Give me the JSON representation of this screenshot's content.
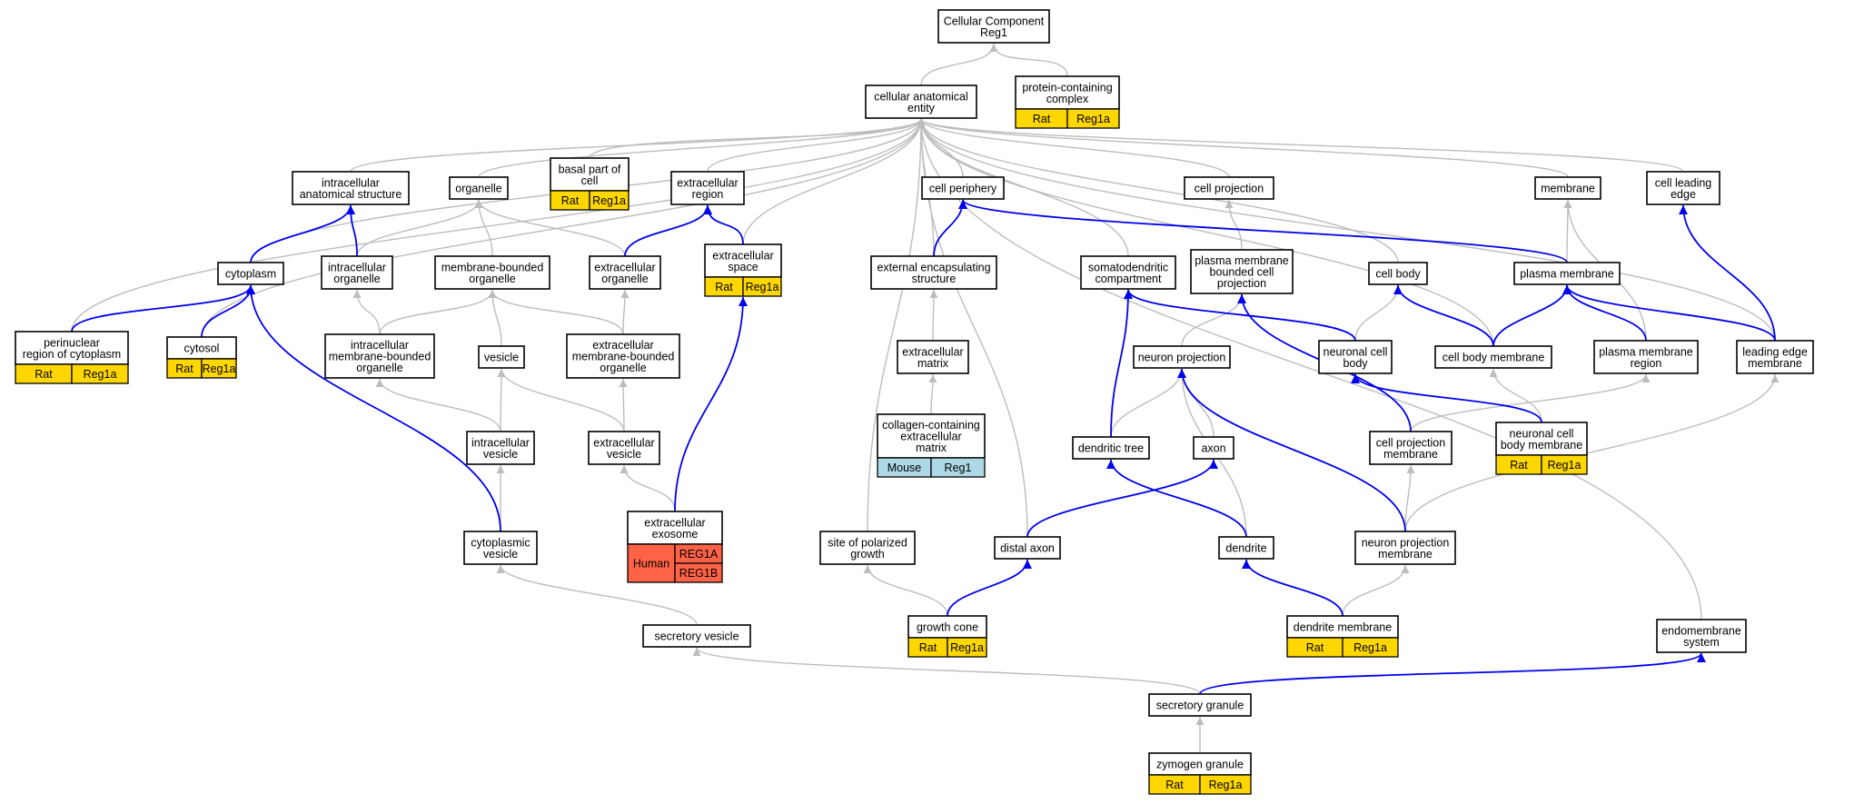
{
  "colors": {
    "rat": "#ffd700",
    "mouse": "#add8e6",
    "human": "#ff6347",
    "gray_edge": "#bdbdbd",
    "blue_edge": "#0000ee"
  },
  "nodes": {
    "root": [
      "Cellular Component",
      "Reg1"
    ],
    "cae": [
      "cellular anatomical",
      "entity"
    ],
    "pcc": [
      "protein-containing",
      "complex"
    ],
    "ias": [
      "intracellular",
      "anatomical structure"
    ],
    "organelle": [
      "organelle"
    ],
    "basal": [
      "basal part of",
      "cell"
    ],
    "extreg": [
      "extracellular",
      "region"
    ],
    "cellper": [
      "cell periphery"
    ],
    "cellproj": [
      "cell projection"
    ],
    "membrane": [
      "membrane"
    ],
    "cle": [
      "cell leading",
      "edge"
    ],
    "cytoplasm": [
      "cytoplasm"
    ],
    "io": [
      "intracellular",
      "organelle"
    ],
    "mbo": [
      "membrane-bounded",
      "organelle"
    ],
    "eo": [
      "extracellular",
      "organelle"
    ],
    "es": [
      "extracellular",
      "space"
    ],
    "ees": [
      "external encapsulating",
      "structure"
    ],
    "sdc": [
      "somatodendritic",
      "compartment"
    ],
    "pmbcp": [
      "plasma membrane",
      "bounded cell",
      "projection"
    ],
    "cellbody": [
      "cell body"
    ],
    "pm": [
      "plasma membrane"
    ],
    "prc": [
      "perinuclear",
      "region of cytoplasm"
    ],
    "cytosol": [
      "cytosol"
    ],
    "imbo": [
      "intracellular",
      "membrane-bounded",
      "organelle"
    ],
    "vesicle": [
      "vesicle"
    ],
    "embo": [
      "extracellular",
      "membrane-bounded",
      "organelle"
    ],
    "em": [
      "extracellular",
      "matrix"
    ],
    "np": [
      "neuron projection"
    ],
    "ncb": [
      "neuronal cell",
      "body"
    ],
    "cbm": [
      "cell body membrane"
    ],
    "pmr": [
      "plasma membrane",
      "region"
    ],
    "lem": [
      "leading edge",
      "membrane"
    ],
    "iv": [
      "intracellular",
      "vesicle"
    ],
    "ev": [
      "extracellular",
      "vesicle"
    ],
    "ccem": [
      "collagen-containing",
      "extracellular",
      "matrix"
    ],
    "dt": [
      "dendritic tree"
    ],
    "axon": [
      "axon"
    ],
    "cpm": [
      "cell projection",
      "membrane"
    ],
    "ncbm": [
      "neuronal cell",
      "body membrane"
    ],
    "exo": [
      "extracellular",
      "exosome"
    ],
    "cv": [
      "cytoplasmic",
      "vesicle"
    ],
    "spg": [
      "site of polarized",
      "growth"
    ],
    "da": [
      "distal axon"
    ],
    "dendrite": [
      "dendrite"
    ],
    "npm": [
      "neuron projection",
      "membrane"
    ],
    "sv": [
      "secretory vesicle"
    ],
    "gc": [
      "growth cone"
    ],
    "dm": [
      "dendrite membrane"
    ],
    "ems": [
      "endomembrane",
      "system"
    ],
    "sg": [
      "secretory granule"
    ],
    "zg": [
      "zymogen granule"
    ]
  },
  "annotations": {
    "pcc": {
      "species": "Rat",
      "genes": [
        "Reg1a"
      ]
    },
    "basal": {
      "species": "Rat",
      "genes": [
        "Reg1a"
      ]
    },
    "es": {
      "species": "Rat",
      "genes": [
        "Reg1a"
      ]
    },
    "prc": {
      "species": "Rat",
      "genes": [
        "Reg1a"
      ]
    },
    "cytosol": {
      "species": "Rat",
      "genes": [
        "Reg1a"
      ]
    },
    "ccem": {
      "species": "Mouse",
      "genes": [
        "Reg1"
      ]
    },
    "ncbm": {
      "species": "Rat",
      "genes": [
        "Reg1a"
      ]
    },
    "exo": {
      "species": "Human",
      "genes": [
        "REG1A",
        "REG1B"
      ]
    },
    "gc": {
      "species": "Rat",
      "genes": [
        "Reg1a"
      ]
    },
    "dm": {
      "species": "Rat",
      "genes": [
        "Reg1a"
      ]
    },
    "zg": {
      "species": "Rat",
      "genes": [
        "Reg1a"
      ]
    }
  },
  "edges_gray": [
    [
      "cae",
      "root"
    ],
    [
      "pcc",
      "root"
    ],
    [
      "ias",
      "cae"
    ],
    [
      "organelle",
      "cae"
    ],
    [
      "basal",
      "cae"
    ],
    [
      "extreg",
      "cae"
    ],
    [
      "cellper",
      "cae"
    ],
    [
      "cellproj",
      "cae"
    ],
    [
      "membrane",
      "cae"
    ],
    [
      "cle",
      "cae"
    ],
    [
      "cytoplasm",
      "cae"
    ],
    [
      "es",
      "cae"
    ],
    [
      "ees",
      "cae"
    ],
    [
      "sdc",
      "cae"
    ],
    [
      "cellbody",
      "cae"
    ],
    [
      "prc",
      "cae"
    ],
    [
      "cytosol",
      "cae"
    ],
    [
      "cbm",
      "cae"
    ],
    [
      "lem",
      "cae"
    ],
    [
      "spg",
      "cae"
    ],
    [
      "da",
      "cae"
    ],
    [
      "ems",
      "cae"
    ],
    [
      "io",
      "organelle"
    ],
    [
      "mbo",
      "organelle"
    ],
    [
      "eo",
      "organelle"
    ],
    [
      "imbo",
      "io"
    ],
    [
      "imbo",
      "mbo"
    ],
    [
      "vesicle",
      "mbo"
    ],
    [
      "embo",
      "mbo"
    ],
    [
      "embo",
      "eo"
    ],
    [
      "iv",
      "imbo"
    ],
    [
      "iv",
      "vesicle"
    ],
    [
      "ev",
      "vesicle"
    ],
    [
      "ev",
      "embo"
    ],
    [
      "em",
      "ees"
    ],
    [
      "ccem",
      "em"
    ],
    [
      "pmbcp",
      "cellproj"
    ],
    [
      "np",
      "pmbcp"
    ],
    [
      "pm",
      "membrane"
    ],
    [
      "pmr",
      "membrane"
    ],
    [
      "ncb",
      "cellbody"
    ],
    [
      "cbm",
      "cellbody"
    ],
    [
      "dt",
      "np"
    ],
    [
      "axon",
      "np"
    ],
    [
      "dendrite",
      "np"
    ],
    [
      "ncbm",
      "cbm"
    ],
    [
      "cpm",
      "pmr"
    ],
    [
      "npm",
      "cpm"
    ],
    [
      "npm",
      "lem"
    ],
    [
      "exo",
      "ev"
    ],
    [
      "cv",
      "iv"
    ],
    [
      "sv",
      "cv"
    ],
    [
      "gc",
      "spg"
    ],
    [
      "dm",
      "npm"
    ],
    [
      "sg",
      "sv"
    ],
    [
      "zg",
      "sg"
    ]
  ],
  "edges_blue": [
    [
      "cytoplasm",
      "ias"
    ],
    [
      "io",
      "ias"
    ],
    [
      "eo",
      "extreg"
    ],
    [
      "es",
      "extreg"
    ],
    [
      "ees",
      "cellper"
    ],
    [
      "pm",
      "cellper"
    ],
    [
      "lem",
      "cle"
    ],
    [
      "prc",
      "cytoplasm"
    ],
    [
      "cytosol",
      "cytoplasm"
    ],
    [
      "cv",
      "cytoplasm"
    ],
    [
      "exo",
      "es"
    ],
    [
      "ncb",
      "sdc"
    ],
    [
      "dt",
      "sdc"
    ],
    [
      "cpm",
      "pmbcp"
    ],
    [
      "cbm",
      "pm"
    ],
    [
      "pmr",
      "pm"
    ],
    [
      "lem",
      "pm"
    ],
    [
      "ncbm",
      "ncb"
    ],
    [
      "dendrite",
      "dt"
    ],
    [
      "da",
      "axon"
    ],
    [
      "cbm",
      "cellbody"
    ],
    [
      "npm",
      "np"
    ],
    [
      "gc",
      "da"
    ],
    [
      "dm",
      "dendrite"
    ],
    [
      "sg",
      "ems"
    ]
  ]
}
